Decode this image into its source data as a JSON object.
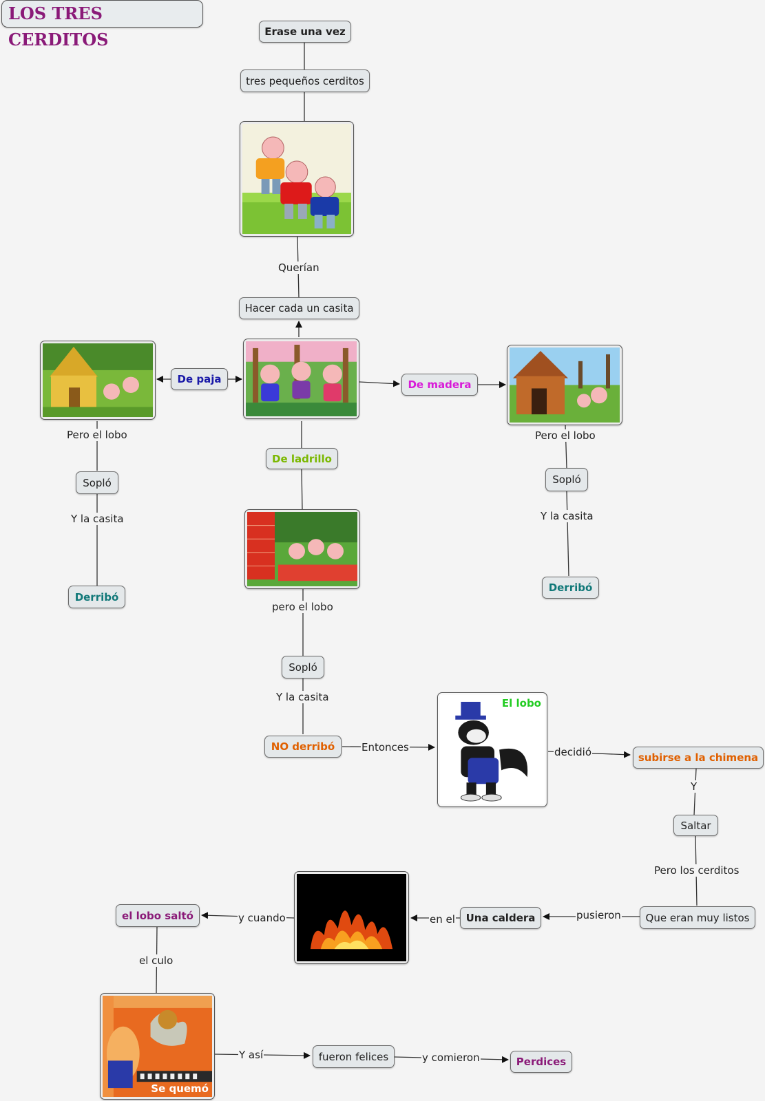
{
  "title": "LOS TRES CERDITOS",
  "colors": {
    "title": "#8a1a78",
    "blue": "#1a1aa8",
    "magenta": "#d81ad8",
    "green": "#7ab800",
    "teal": "#107878",
    "orange": "#e06000",
    "purple": "#8a1a78",
    "lobo_green": "#22cc22"
  },
  "nodes": {
    "erase": "Erase una vez",
    "tres": "tres pequeños cerditos",
    "hacer": "Hacer cada un casita",
    "paja": "De paja",
    "madera": "De madera",
    "ladrillo": "De ladrillo",
    "soplo_left": "Sopló",
    "derribo_left": "Derribó",
    "soplo_right": "Sopló",
    "derribo_right": "Derribó",
    "soplo_mid": "Sopló",
    "no_derribo": "NO derribó",
    "subirse": "subirse a la chimena",
    "saltar": "Saltar",
    "listos": "Que eran muy listos",
    "caldera": "Una caldera",
    "lobo_salto": "el lobo saltó",
    "felices": "fueron felices",
    "perdices": "Perdices"
  },
  "labels": {
    "querian": "Querían",
    "pero_lobo_left": "Pero el lobo",
    "y_casita_left": "Y la casita",
    "pero_lobo_right": "Pero el lobo",
    "y_casita_right": "Y la casita",
    "pero_lobo_mid": "pero el lobo",
    "y_casita_mid": "Y la casita",
    "entonces": "Entonces",
    "decidio": "decidió",
    "y": "Y",
    "pero_cerditos": "Pero los cerditos",
    "pusieron": "pusieron",
    "en_el": "en el",
    "y_cuando": "y cuando",
    "el_culo": "el culo",
    "y_asi": "Y así",
    "y_comieron": "y comieron"
  },
  "images": {
    "lobo_caption": "El lobo",
    "quemo_caption": "Se quemó",
    "pigs_icon": "three-pigs-illustration",
    "paja_icon": "straw-house-illustration",
    "madera_icon": "wooden-house-illustration",
    "ladrillo_icon": "brick-house-illustration",
    "lobo_icon": "wolf-illustration",
    "fire_icon": "fire-illustration",
    "burn_icon": "wolf-burned-illustration"
  }
}
